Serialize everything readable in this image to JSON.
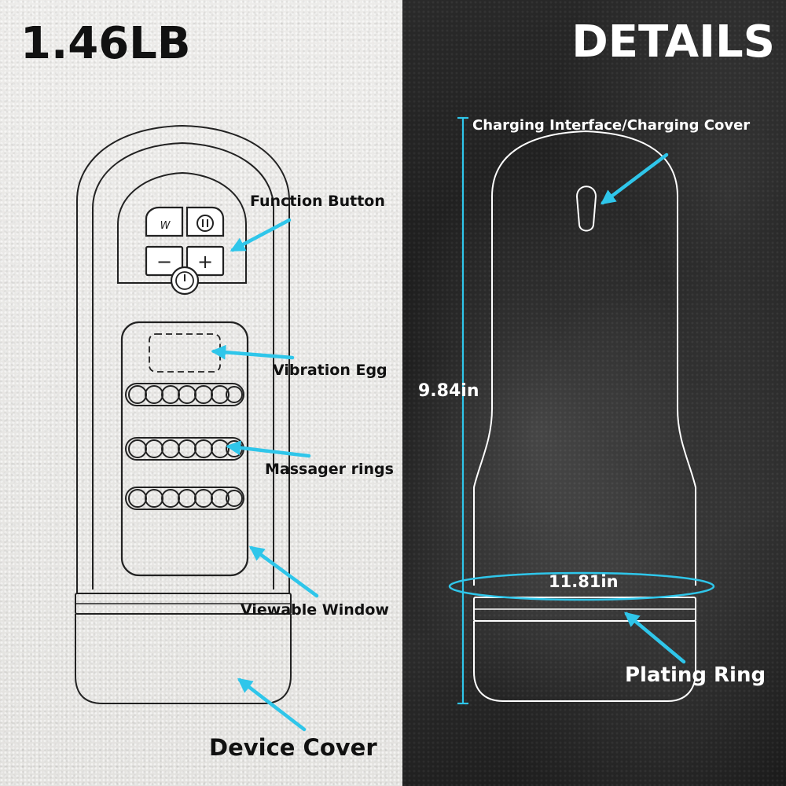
{
  "left_panel": {
    "title": "1.46LB",
    "labels": {
      "function_button": "Function Button",
      "vibration_egg": "Vibration Egg",
      "massager_rings": "Massager rings",
      "viewable_window": "Viewable Window",
      "device_cover": "Device Cover"
    },
    "buttons": {
      "mode": "W",
      "minus": "−",
      "plus": "+"
    }
  },
  "right_panel": {
    "title": "DETAILS",
    "labels": {
      "charging": "Charging Interface/Charging Cover",
      "height": "9.84in",
      "circumference": "11.81in",
      "plating_ring": "Plating Ring"
    }
  },
  "colors": {
    "accent": "#2fc6ea",
    "line_dark": "#222222",
    "line_light": "#ffffff"
  }
}
